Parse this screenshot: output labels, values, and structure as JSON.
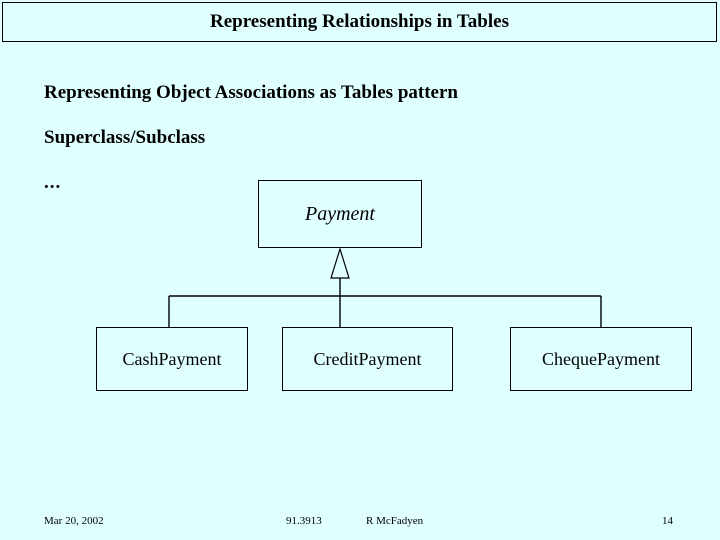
{
  "slide": {
    "title": "Representing Relationships in Tables",
    "headings": [
      "Representing Object Associations as Tables pattern",
      "Superclass/Subclass",
      "..."
    ],
    "background_color": "#E0FFFF",
    "line_color": "#000000",
    "text_color": "#000000"
  },
  "diagram": {
    "type": "uml-class-generalization",
    "superclass": {
      "label": "Payment",
      "italic": true
    },
    "subclasses": [
      {
        "label": "CashPayment"
      },
      {
        "label": "CreditPayment"
      },
      {
        "label": "ChequePayment"
      }
    ],
    "connector_style": "hollow-triangle-generalization"
  },
  "footer": {
    "date": "Mar 20, 2002",
    "course": "91.3913",
    "author": "R McFadyen",
    "page_number": "14"
  }
}
